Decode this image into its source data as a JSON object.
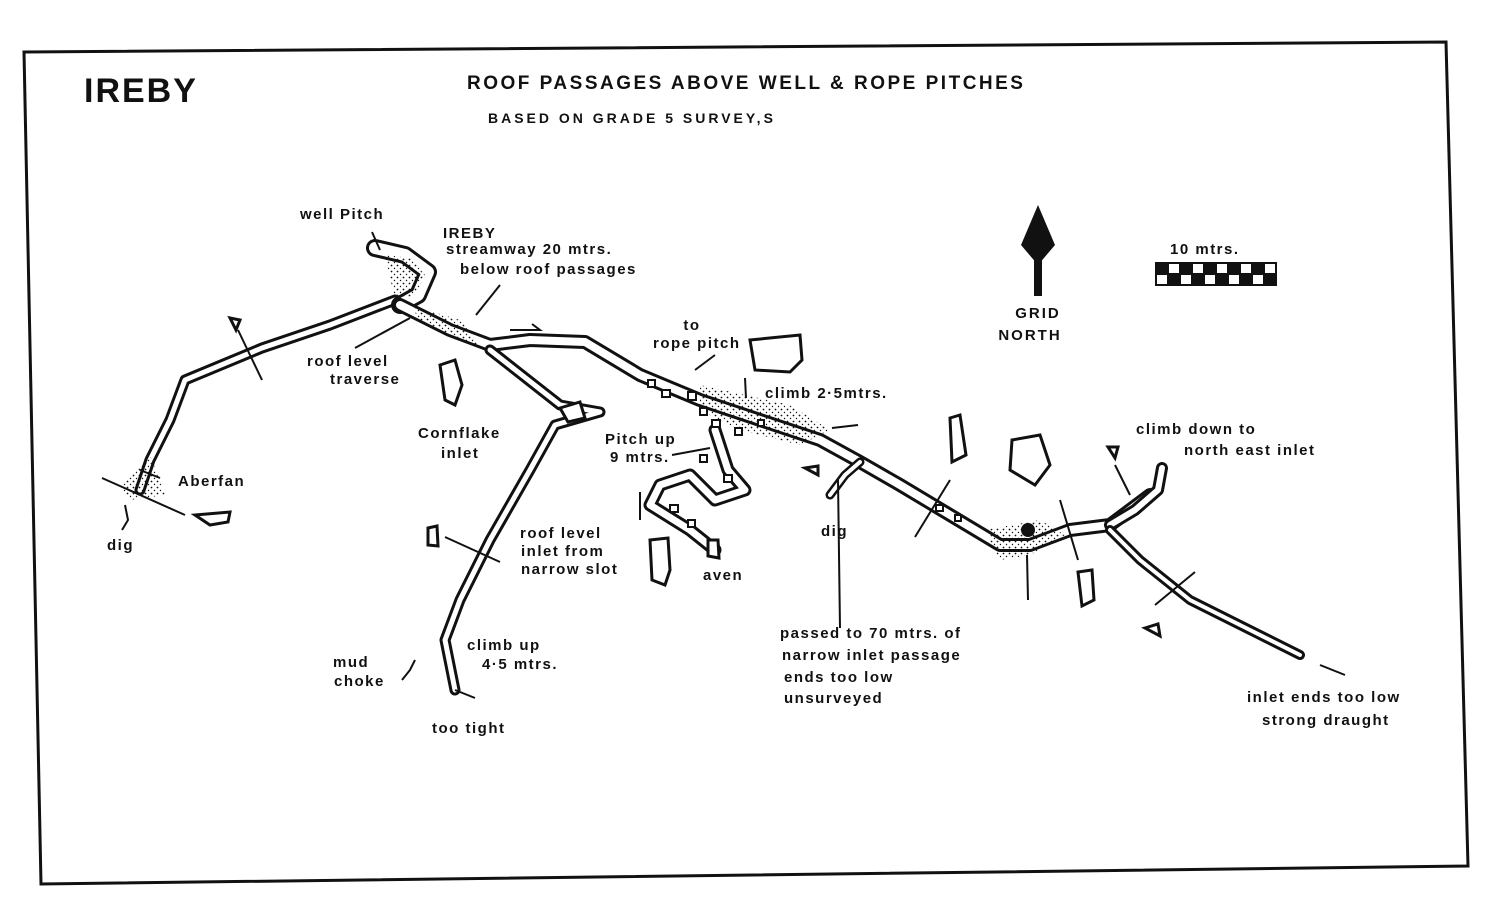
{
  "title": "IREBY",
  "heading": "ROOF PASSAGES ABOVE WELL & ROPE PITCHES",
  "subheading": "BASED ON GRADE 5 SURVEY,S",
  "north_arrow": {
    "line1": "GRID",
    "line2": "NORTH"
  },
  "scale_bar": {
    "label": "10 mtrs."
  },
  "labels": {
    "well_pitch": "well Pitch",
    "ireby_stream_1": "IREBY",
    "ireby_stream_2": "streamway 20 mtrs.",
    "ireby_stream_3": "below roof passages",
    "roof_traverse_1": "roof level",
    "roof_traverse_2": "traverse",
    "cornflake_1": "Cornflake",
    "cornflake_2": "inlet",
    "aberfan": "Aberfan",
    "dig_left": "dig",
    "to_rope_1": "to",
    "to_rope_2": "rope pitch",
    "climb_25": "climb 2·5mtrs.",
    "pitch_up_1": "Pitch up",
    "pitch_up_2": "9 mtrs.",
    "roof_inlet_1": "roof level",
    "roof_inlet_2": "inlet from",
    "roof_inlet_3": "narrow slot",
    "aven": "aven",
    "dig_mid": "dig",
    "passed_1": "passed to 70 mtrs. of",
    "passed_2": "narrow inlet passage",
    "passed_3": "ends too low",
    "passed_4": "unsurveyed",
    "mud_1": "mud",
    "mud_2": "choke",
    "climb_up_1": "climb up",
    "climb_up_2": "4·5 mtrs.",
    "too_tight": "too tight",
    "climb_down_1": "climb down to",
    "climb_down_2": "north east inlet",
    "inlet_ends_1": "inlet ends too low",
    "inlet_ends_2": "strong draught"
  }
}
